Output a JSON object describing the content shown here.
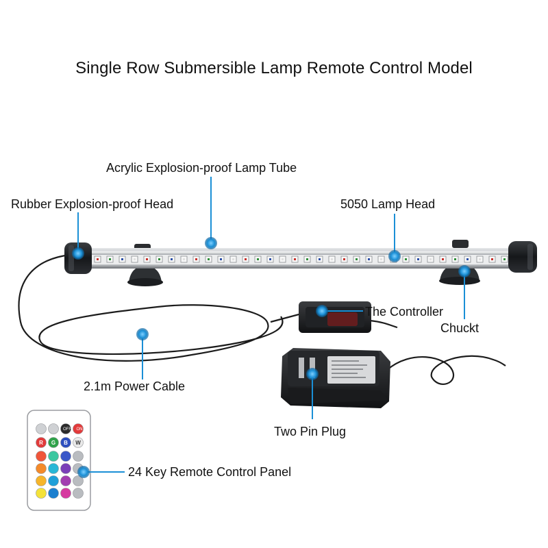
{
  "title": "Single Row Submersible Lamp Remote Control Model",
  "callouts": {
    "lamp_tube": "Acrylic Explosion-proof Lamp Tube",
    "rubber_head": "Rubber Explosion-proof Head",
    "lamp_head": "5050 Lamp Head",
    "controller": "The Controller",
    "chuck": "Chuckt",
    "power_cable": "2.1m Power Cable",
    "plug": "Two Pin Plug",
    "remote_panel": "24 Key Remote Control Panel"
  },
  "remote": {
    "off_label": "OFF",
    "on_label": "ON",
    "r_label": "R",
    "g_label": "G",
    "b_label": "B",
    "w_label": "W"
  },
  "colors": {
    "callout_line": "#1a8fd6",
    "callout_dot": "#1a8fd6"
  }
}
